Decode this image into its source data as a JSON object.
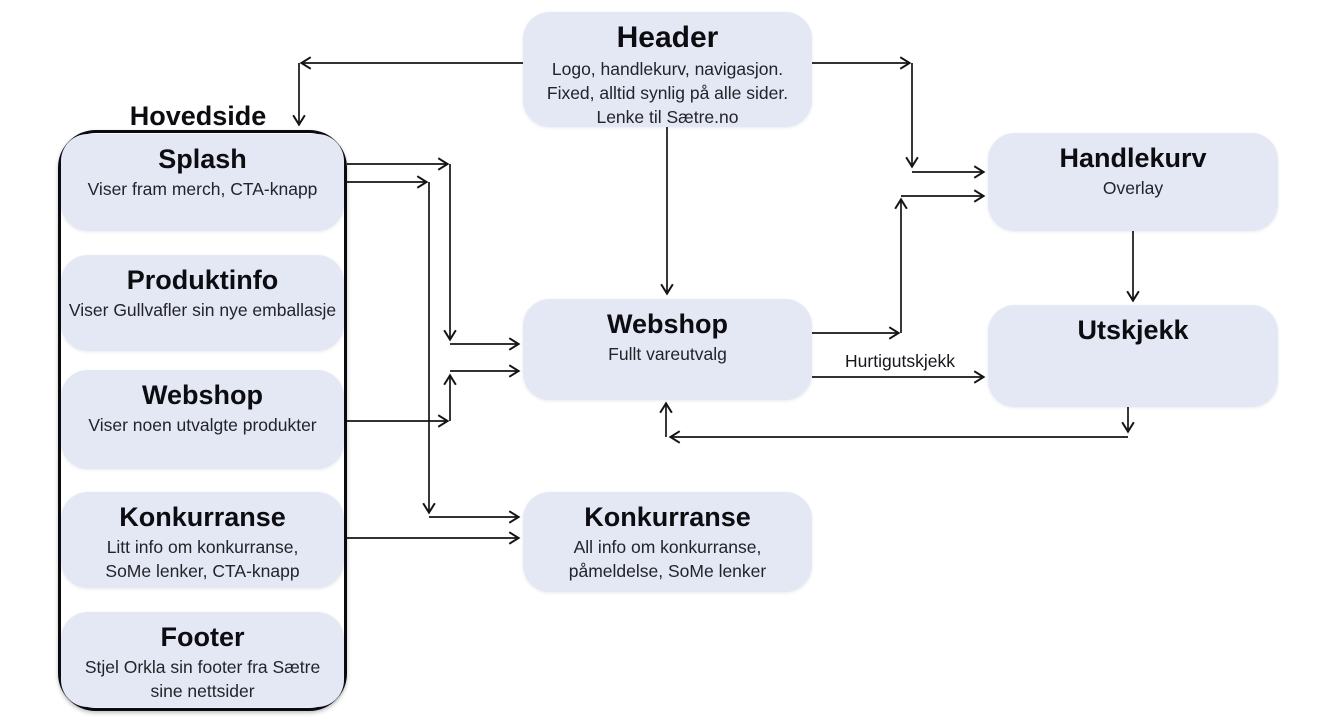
{
  "labels": {
    "hovedside": "Hovedside",
    "hurtigutskjekk": "Hurtigutskjekk"
  },
  "nodes": {
    "header": {
      "title": "Header",
      "desc": "Logo, handlekurv, navigasjon.\nFixed, alltid synlig på alle sider.\nLenke til Sætre.no"
    },
    "splash": {
      "title": "Splash",
      "desc": "Viser fram merch, CTA-knapp"
    },
    "produktinfo": {
      "title": "Produktinfo",
      "desc": "Viser Gullvafler sin nye emballasje"
    },
    "webshop_hoved": {
      "title": "Webshop",
      "desc": "Viser noen utvalgte produkter"
    },
    "konkurranse_hoved": {
      "title": "Konkurranse",
      "desc": "Litt info om konkurranse,\nSoMe lenker, CTA-knapp"
    },
    "footer": {
      "title": "Footer",
      "desc": "Stjel Orkla sin footer fra Sætre\nsine nettsider"
    },
    "handlekurv": {
      "title": "Handlekurv",
      "desc": "Overlay"
    },
    "webshop": {
      "title": "Webshop",
      "desc": "Fullt vareutvalg"
    },
    "utskjekk": {
      "title": "Utskjekk"
    },
    "konkurranse": {
      "title": "Konkurranse",
      "desc": "All info om konkurranse,\npåmeldelse, SoMe lenker"
    }
  },
  "colors": {
    "node_fill": "#e3e8f4",
    "arrow": "#141414",
    "container_border": "#0b0b0e",
    "background": "#ffffff"
  }
}
